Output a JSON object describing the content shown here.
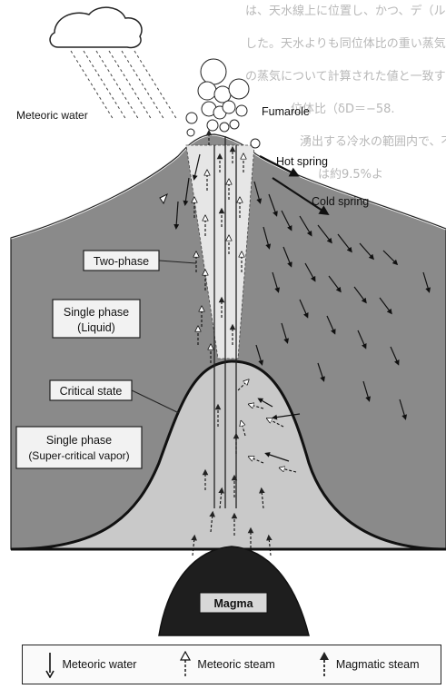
{
  "labels": {
    "meteoric_water": "Meteoric water",
    "fumarole": "Fumarole",
    "hot_spring": "Hot spring",
    "cold_spring": "Cold spring",
    "two_phase": "Two-phase",
    "single_phase_liquid_1": "Single phase",
    "single_phase_liquid_2": "(Liquid)",
    "critical_state": "Critical state",
    "single_phase_vapor_1": "Single phase",
    "single_phase_vapor_2": "(Super-critical vapor)",
    "magma": "Magma"
  },
  "legend": {
    "meteoric_water": "Meteoric water",
    "meteoric_steam": "Meteoric steam",
    "magmatic_steam": "Magmatic steam"
  },
  "background_text": [
    "は、天水線上に位置し、かつ、デ（ル）に",
    "した。天水よりも同位体比の重い蒸気の",
    "の蒸気について計算された値と一致するように",
    "位体比（δD＝−58.",
    "湧出する冷水の範囲内で、不可能ではない。",
    "は約9.5%よ"
  ],
  "colors": {
    "liquid_zone": "#8a8a8a",
    "vapor_zone": "#c9c9c9",
    "magma": "#1e1e1e",
    "two_phase_plume": "#e6e6e6"
  }
}
